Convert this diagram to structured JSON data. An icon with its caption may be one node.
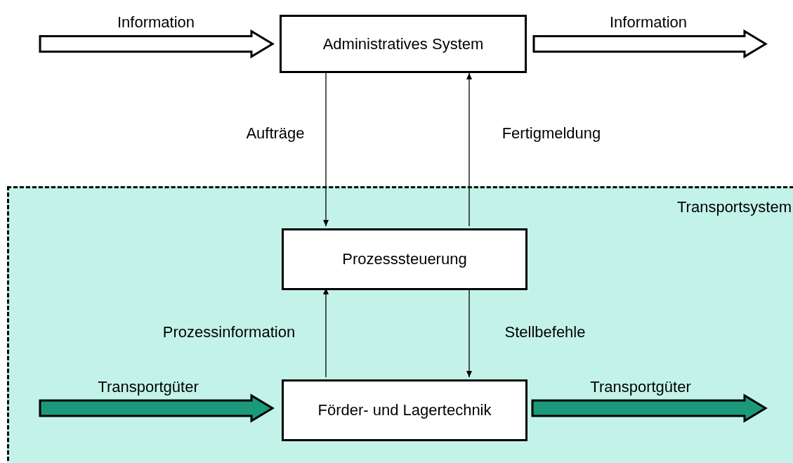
{
  "diagram": {
    "nodes": [
      {
        "text": [
          "Administratives System"
        ]
      },
      {
        "text": [
          "Transportsystem"
        ]
      },
      {
        "text": [
          "Prozesssteuerung"
        ],
        "in": 1
      },
      {
        "text": [
          "Förder- und Lagertechnik"
        ],
        "in": 1
      }
    ],
    "edges": [
      {
        "from": null,
        "to": 0,
        "arrow": "to",
        "label": "Information",
        "style": "thick"
      },
      {
        "from": 0,
        "to": null,
        "arrow": "to",
        "label": "Information",
        "style": "thick"
      },
      {
        "from": 0,
        "to": 2,
        "arrow": "to",
        "label": "Aufträge"
      },
      {
        "from": 2,
        "to": 0,
        "arrow": "to",
        "label": "Fertigmeldung"
      },
      {
        "from": 3,
        "to": 2,
        "arrow": "to",
        "label": "Prozessinformation"
      },
      {
        "from": 2,
        "to": 3,
        "arrow": "to",
        "label": "Stellbefehle"
      },
      {
        "from": null,
        "to": 3,
        "arrow": "to",
        "label": "Transportgüter",
        "style": "thick",
        "color": "#1a9a7a"
      },
      {
        "from": 3,
        "to": null,
        "arrow": "to",
        "label": "Transportgüter",
        "style": "thick",
        "color": "#1a9a7a"
      }
    ]
  }
}
